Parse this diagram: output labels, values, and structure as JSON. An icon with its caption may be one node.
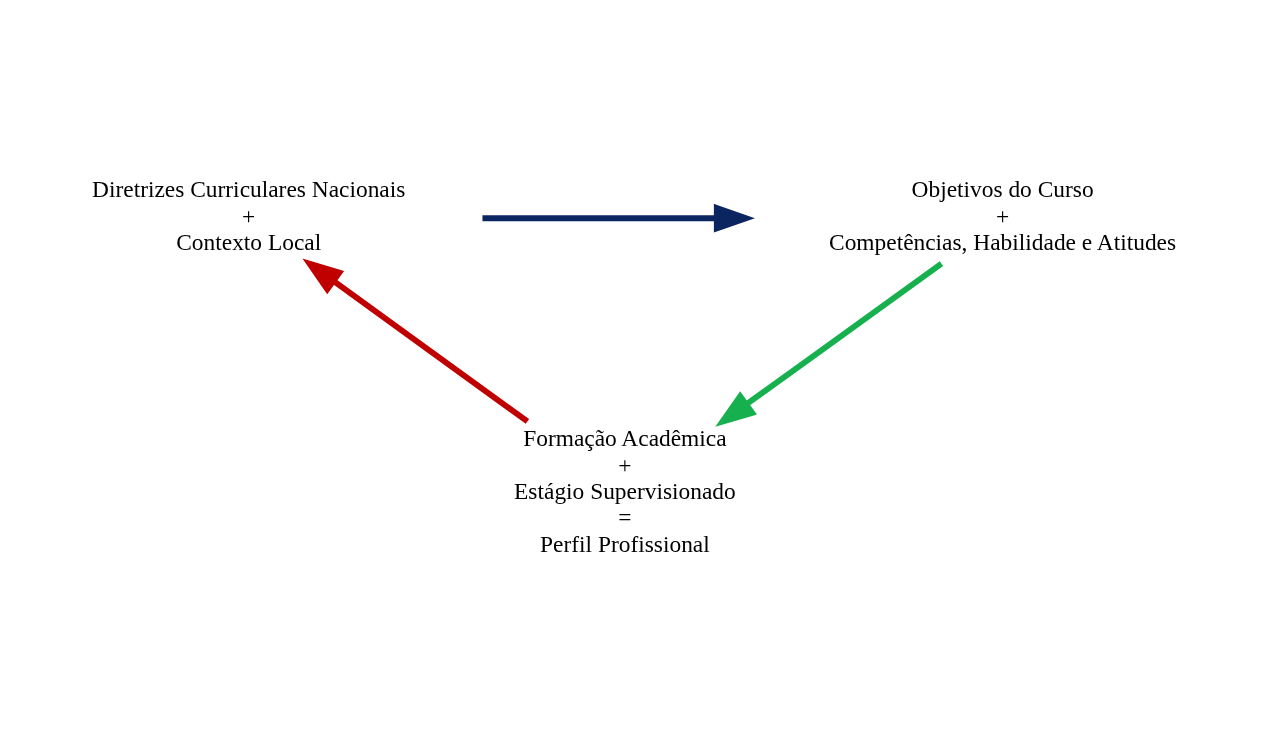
{
  "diagram": {
    "nodes": [
      {
        "text": [
          "Diretrizes Curriculares Nacionais",
          "+",
          "Contexto Local"
        ]
      },
      {
        "text": [
          "Objetivos do Curso",
          "+",
          "Competências, Habilidade e Atitudes"
        ]
      },
      {
        "text": [
          "Formação Acadêmica",
          "+",
          "Estágio Supervisionado",
          "=",
          "Perfil Profissional"
        ]
      }
    ],
    "edges": [
      {
        "from": 0,
        "to": 1,
        "arrow": "to",
        "color": "#0b2560"
      },
      {
        "from": 1,
        "to": 2,
        "arrow": "to",
        "color": "#17b04f"
      },
      {
        "from": 2,
        "to": 0,
        "arrow": "to",
        "color": "#c00000"
      }
    ]
  }
}
